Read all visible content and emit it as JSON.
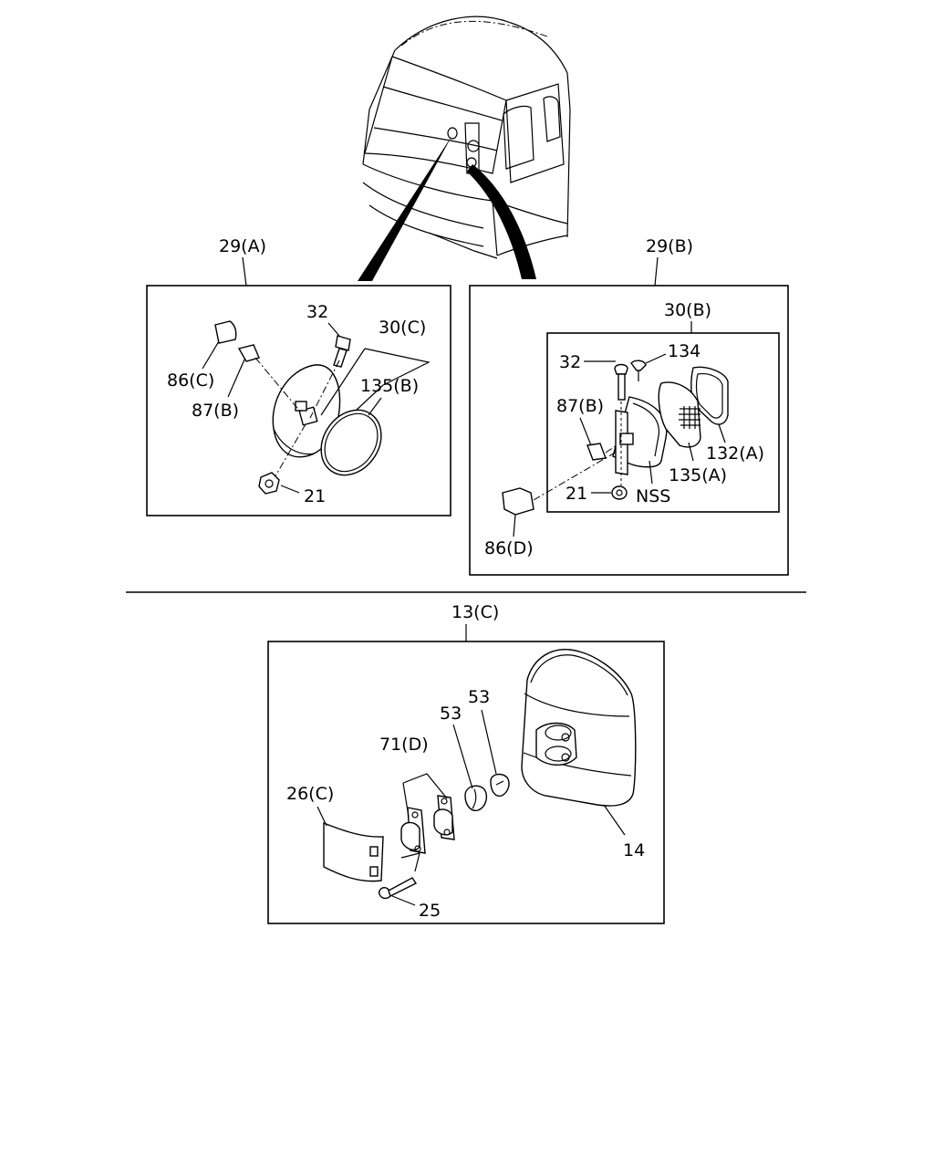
{
  "diagram": {
    "groups": {
      "mirror_a": "29(A)",
      "mirror_b": "29(B)",
      "mirror_b_sub": "30(B)",
      "mirror_main": "13(C)"
    },
    "callouts_a": {
      "bolt": "32",
      "lens_group": "30(C)",
      "cap_86c": "86(C)",
      "clip_87b": "87(B)",
      "gasket_135b": "135(B)",
      "nut_21": "21"
    },
    "callouts_b": {
      "bolt": "32",
      "screw_134": "134",
      "clip_87b": "87(B)",
      "glass_132a": "132(A)",
      "gasket_135a": "135(A)",
      "nut_21": "21",
      "nss": "NSS",
      "cap_86d": "86(D)"
    },
    "callouts_main": {
      "washer_53_a": "53",
      "washer_53_b": "53",
      "bracket_71d": "71(D)",
      "cover_26c": "26(C)",
      "housing_14": "14",
      "screw_25": "25"
    }
  }
}
